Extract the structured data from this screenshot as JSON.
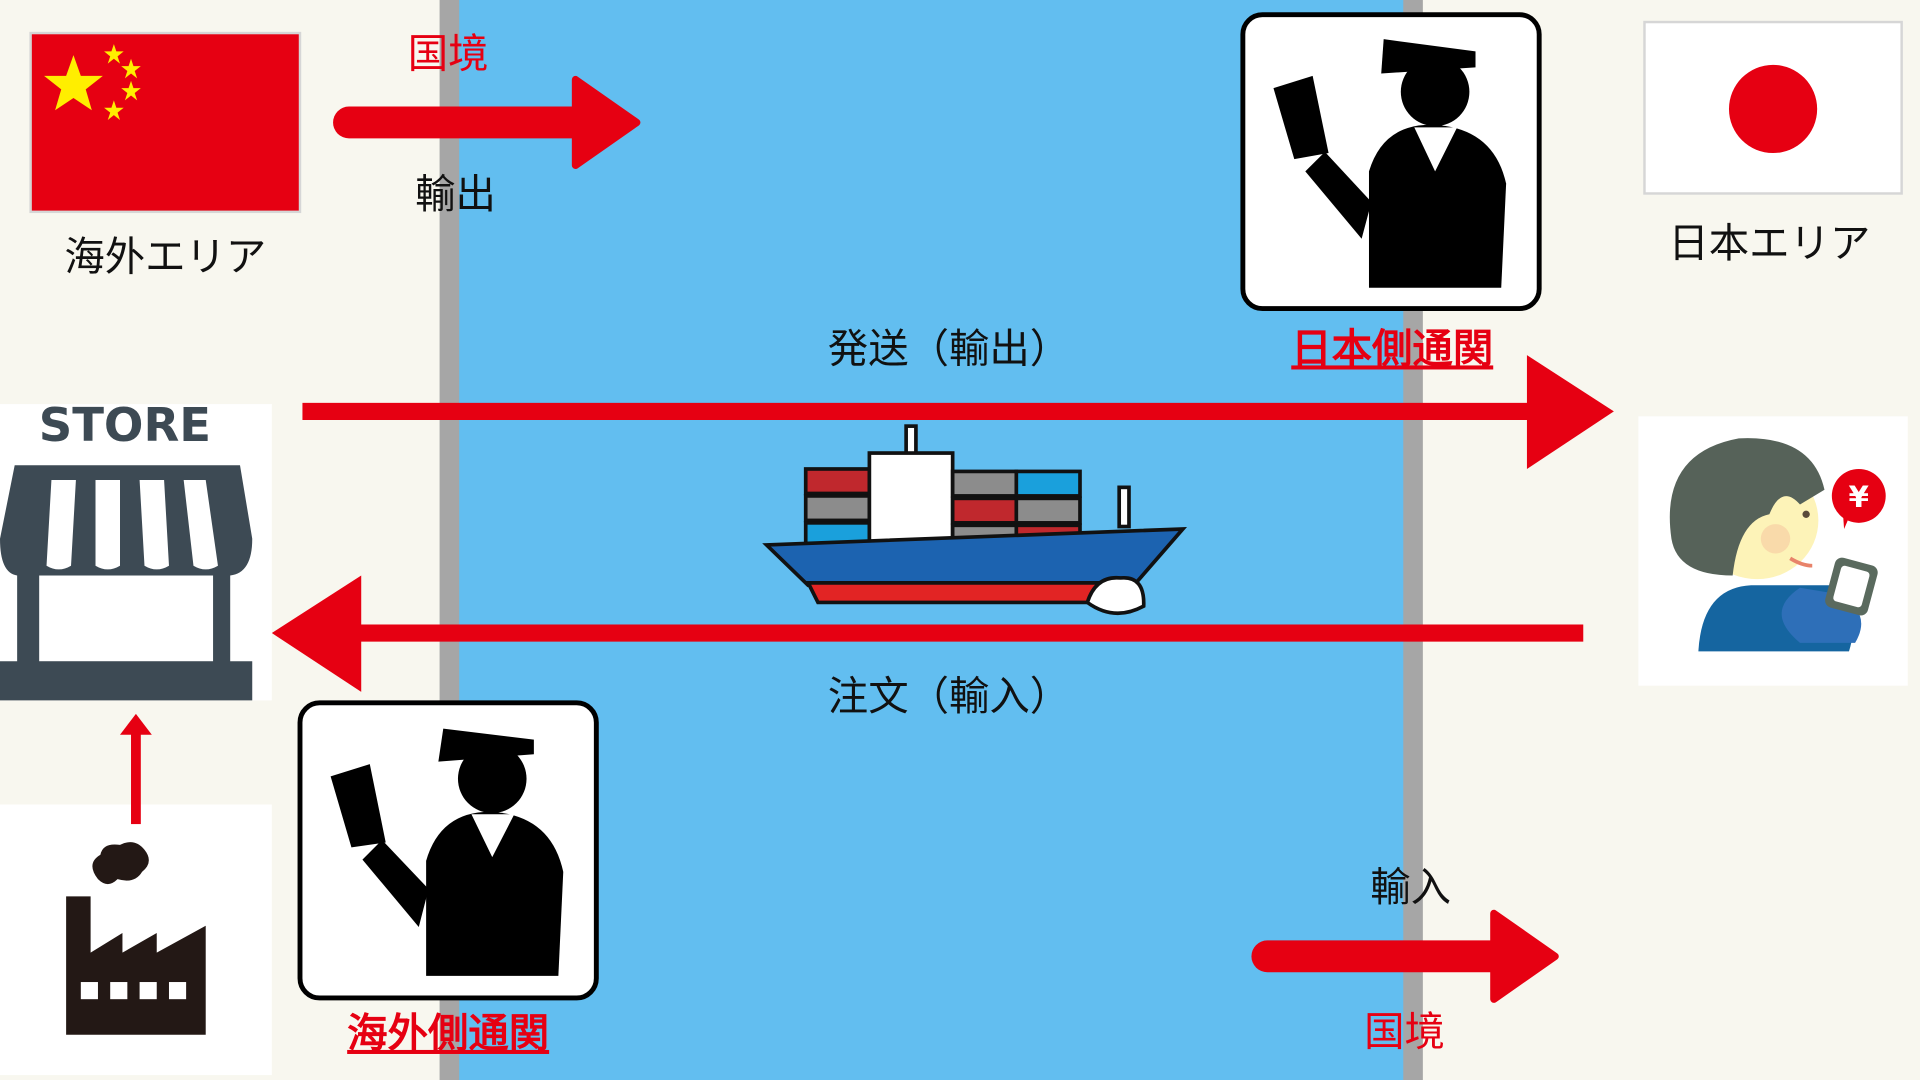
{
  "labels": {
    "border_top": "国境",
    "export_top": "輸出",
    "overseas_area": "海外エリア",
    "japan_area": "日本エリア",
    "japan_customs": "日本側通関",
    "shipping_export": "発送（輸出）",
    "order_import": "注文（輸入）",
    "overseas_customs": "海外側通関",
    "import_bottom": "輸入",
    "border_bottom": "国境",
    "store_sign": "STORE",
    "yen_symbol": "¥"
  },
  "colors": {
    "background": "#f8f7ef",
    "sea": "#62bef0",
    "border_line": "#a6a6a6",
    "arrow_red": "#e60012",
    "store_dark": "#3d4a54"
  }
}
